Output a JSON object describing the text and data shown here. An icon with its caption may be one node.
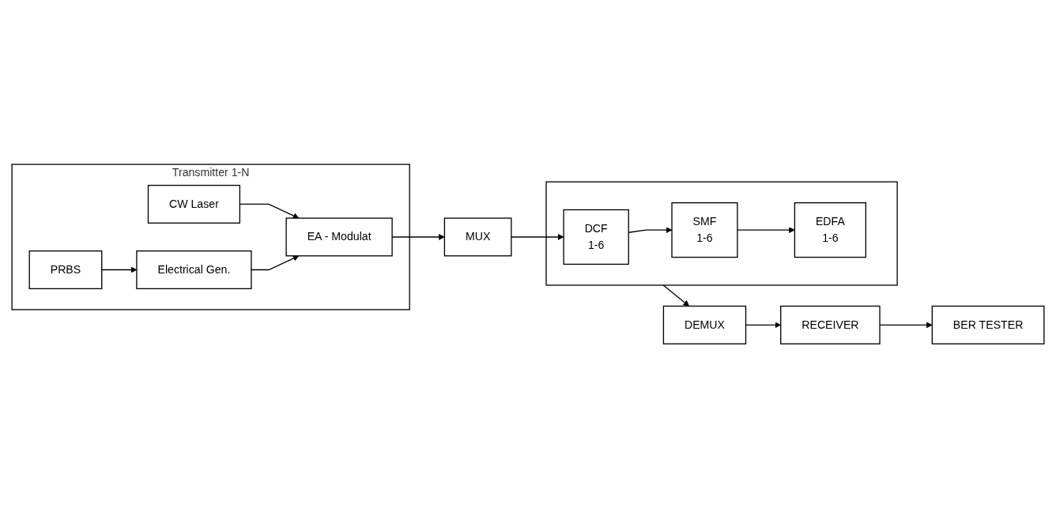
{
  "diagram": {
    "nodes": [
      {
        "text": [
          "Transmitter 1-N"
        ]
      },
      {
        "text": [
          "CW Laser"
        ],
        "in": 0
      },
      {
        "text": [
          "EA - Modulat"
        ],
        "in": 0
      },
      {
        "text": [
          "PRBS"
        ],
        "in": 0
      },
      {
        "text": [
          "Electrical Gen."
        ],
        "in": 0
      },
      {
        "text": [
          "MUX"
        ]
      },
      {
        "text": [],
        "shape": "box"
      },
      {
        "text": [
          "DCF",
          "1-6"
        ],
        "in": 6
      },
      {
        "text": [
          "SMF",
          "1-6"
        ],
        "in": 6
      },
      {
        "text": [
          "EDFA",
          "1-6"
        ],
        "in": 6
      },
      {
        "text": [
          "DEMUX"
        ]
      },
      {
        "text": [
          "RECEIVER"
        ]
      },
      {
        "text": [
          "BER TESTER"
        ]
      }
    ],
    "edges": [
      {
        "from": 1,
        "to": 2,
        "arrow": "to"
      },
      {
        "from": 4,
        "to": 2,
        "arrow": "to"
      },
      {
        "from": 3,
        "to": 4,
        "arrow": "to"
      },
      {
        "from": 2,
        "to": 5,
        "arrow": "to"
      },
      {
        "from": 5,
        "to": 7,
        "arrow": "to"
      },
      {
        "from": 7,
        "to": 8,
        "arrow": "to"
      },
      {
        "from": 8,
        "to": 9,
        "arrow": "to"
      },
      {
        "from": 6,
        "to": 10,
        "arrow": "to"
      },
      {
        "from": 10,
        "to": 11,
        "arrow": "to"
      },
      {
        "from": 11,
        "to": 12,
        "arrow": "to"
      }
    ]
  }
}
